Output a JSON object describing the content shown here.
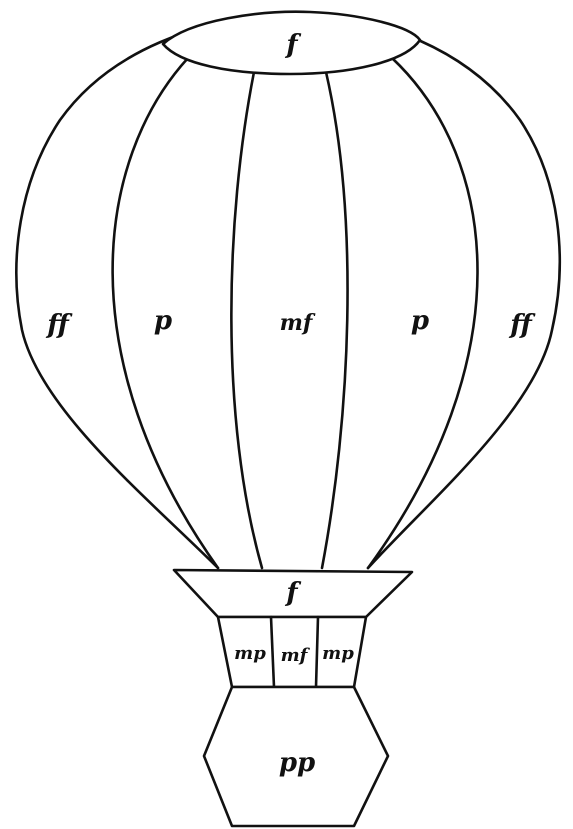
{
  "balloon": {
    "top_cap_label": "f",
    "gores": [
      {
        "label": "ff"
      },
      {
        "label": "p"
      },
      {
        "label": "mf"
      },
      {
        "label": "p"
      },
      {
        "label": "ff"
      }
    ],
    "skirt_label": "f",
    "ropes": [
      {
        "label": "mp"
      },
      {
        "label": "mf"
      },
      {
        "label": "mp"
      }
    ],
    "basket_label": "pp"
  }
}
